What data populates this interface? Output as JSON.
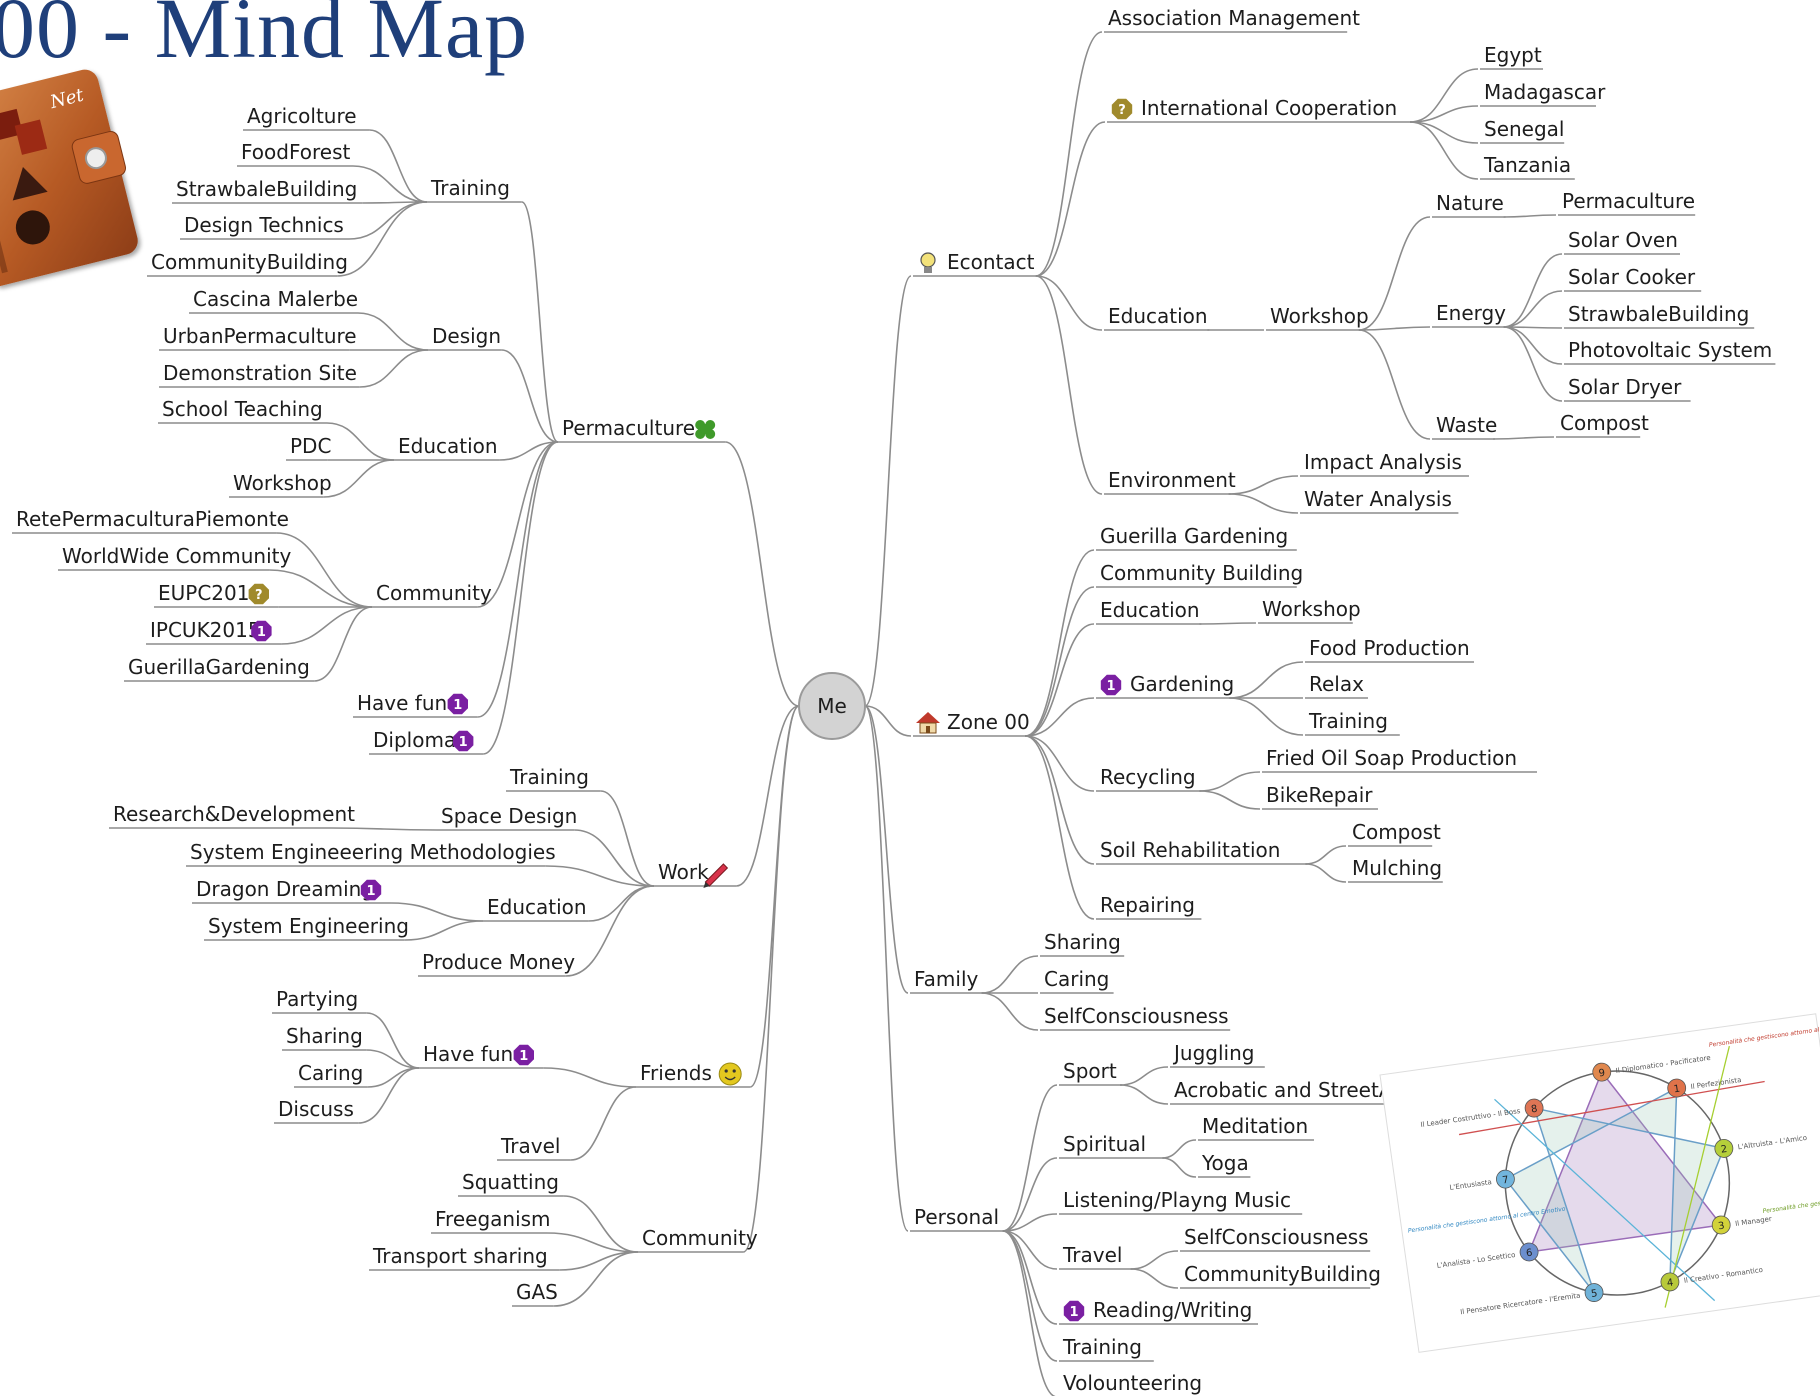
{
  "title": "00 - Mind Map",
  "notebook_logo": "Net",
  "colors": {
    "title": "#1f3f7a",
    "line": "#8c8c8c",
    "root_fill": "#d3d3d3",
    "badge_purple": "#7a1fa2",
    "badge_olive": "#a08a2c",
    "clover_green": "#3f9a2a",
    "smiley_yellow": "#e3c81f"
  },
  "root": {
    "label": "Me"
  },
  "nodes": [
    {
      "id": "perm",
      "label": "Permaculture",
      "icon": "clover-icon",
      "side": "left",
      "children": [
        {
          "id": "ptrain",
          "label": "Training",
          "children": [
            {
              "id": "pt1",
              "label": "Agricolture"
            },
            {
              "id": "pt2",
              "label": "FoodForest"
            },
            {
              "id": "pt3",
              "label": "StrawbaleBuilding"
            },
            {
              "id": "pt4",
              "label": "Design Technics"
            },
            {
              "id": "pt5",
              "label": "CommunityBuilding"
            }
          ]
        },
        {
          "id": "pdesign",
          "label": "Design",
          "children": [
            {
              "id": "pd1",
              "label": "Cascina Malerbe"
            },
            {
              "id": "pd2",
              "label": "UrbanPermaculture"
            },
            {
              "id": "pd3",
              "label": "Demonstration Site"
            }
          ]
        },
        {
          "id": "pedu",
          "label": "Education",
          "children": [
            {
              "id": "pe1",
              "label": "School Teaching"
            },
            {
              "id": "pe2",
              "label": "PDC"
            },
            {
              "id": "pe3",
              "label": "Workshop"
            }
          ]
        },
        {
          "id": "pcomm",
          "label": "Community",
          "children": [
            {
              "id": "pc1",
              "label": "RetePermaculturaPiemonte"
            },
            {
              "id": "pc2",
              "label": "WorldWide Community"
            },
            {
              "id": "pc3",
              "label": "EUPC2016",
              "icon": "question-badge-icon"
            },
            {
              "id": "pc4",
              "label": "IPCUK2015",
              "icon": "priority-1-badge-icon"
            },
            {
              "id": "pc5",
              "label": "GuerillaGardening"
            }
          ]
        },
        {
          "id": "pfun",
          "label": "Have fun",
          "icon": "priority-1-badge-icon"
        },
        {
          "id": "pdip",
          "label": "Diploma",
          "icon": "priority-1-badge-icon"
        }
      ]
    },
    {
      "id": "work",
      "label": "Work",
      "icon": "pencil-icon",
      "side": "left",
      "children": [
        {
          "id": "wtrain",
          "label": "Training"
        },
        {
          "id": "wspace",
          "label": "Space Design",
          "children": [
            {
              "id": "ws1",
              "label": "Research&Development"
            }
          ]
        },
        {
          "id": "wsem",
          "label": "System Engineeering Methodologies"
        },
        {
          "id": "wedu",
          "label": "Education",
          "children": [
            {
              "id": "we1",
              "label": "Dragon Dreaming",
              "icon": "priority-1-badge-icon"
            },
            {
              "id": "we2",
              "label": "System Engineering"
            }
          ]
        },
        {
          "id": "wmoney",
          "label": "Produce Money"
        }
      ]
    },
    {
      "id": "friends",
      "label": "Friends",
      "icon": "smiley-icon",
      "side": "left",
      "children": [
        {
          "id": "ffun",
          "label": "Have fun",
          "icon": "priority-1-badge-icon",
          "children": [
            {
              "id": "ff1",
              "label": "Partying"
            },
            {
              "id": "ff2",
              "label": "Sharing"
            },
            {
              "id": "ff3",
              "label": "Caring"
            },
            {
              "id": "ff4",
              "label": "Discuss"
            }
          ]
        },
        {
          "id": "ftravel",
          "label": "Travel"
        }
      ]
    },
    {
      "id": "lcomm",
      "label": "Community",
      "side": "left",
      "children": [
        {
          "id": "lc1",
          "label": "Squatting"
        },
        {
          "id": "lc2",
          "label": "Freeganism"
        },
        {
          "id": "lc3",
          "label": "Transport sharing"
        },
        {
          "id": "lc4",
          "label": "GAS"
        }
      ]
    },
    {
      "id": "econtact",
      "label": "Econtact",
      "icon": "lightbulb-icon",
      "side": "right",
      "children": [
        {
          "id": "eam",
          "label": "Association Management"
        },
        {
          "id": "eic",
          "label": "International Cooperation",
          "icon": "question-badge-icon",
          "children": [
            {
              "id": "eic1",
              "label": "Egypt"
            },
            {
              "id": "eic2",
              "label": "Madagascar"
            },
            {
              "id": "eic3",
              "label": "Senegal"
            },
            {
              "id": "eic4",
              "label": "Tanzania"
            }
          ]
        },
        {
          "id": "eedu",
          "label": "Education",
          "children": [
            {
              "id": "ews",
              "label": "Workshop",
              "children": [
                {
                  "id": "enat",
                  "label": "Nature",
                  "children": [
                    {
                      "id": "enat1",
                      "label": "Permaculture"
                    }
                  ]
                },
                {
                  "id": "eene",
                  "label": "Energy",
                  "children": [
                    {
                      "id": "een1",
                      "label": "Solar Oven"
                    },
                    {
                      "id": "een2",
                      "label": "Solar Cooker"
                    },
                    {
                      "id": "een3",
                      "label": "StrawbaleBuilding"
                    },
                    {
                      "id": "een4",
                      "label": "Photovoltaic System"
                    },
                    {
                      "id": "een5",
                      "label": "Solar Dryer"
                    }
                  ]
                },
                {
                  "id": "ewas",
                  "label": "Waste",
                  "children": [
                    {
                      "id": "ewas1",
                      "label": "Compost"
                    }
                  ]
                }
              ]
            }
          ]
        },
        {
          "id": "eenv",
          "label": "Environment",
          "children": [
            {
              "id": "eenv1",
              "label": "Impact Analysis"
            },
            {
              "id": "eenv2",
              "label": "Water Analysis"
            }
          ]
        }
      ]
    },
    {
      "id": "zone",
      "label": "Zone 00",
      "icon": "house-icon",
      "side": "right",
      "children": [
        {
          "id": "zgg",
          "label": "Guerilla Gardening"
        },
        {
          "id": "zcb",
          "label": "Community Building"
        },
        {
          "id": "zedu",
          "label": "Education",
          "children": [
            {
              "id": "zedu1",
              "label": "Workshop"
            }
          ]
        },
        {
          "id": "zgard",
          "label": "Gardening",
          "icon": "priority-1-badge-icon",
          "children": [
            {
              "id": "zg1",
              "label": "Food Production"
            },
            {
              "id": "zg2",
              "label": "Relax"
            },
            {
              "id": "zg3",
              "label": "Training"
            }
          ]
        },
        {
          "id": "zrec",
          "label": "Recycling",
          "children": [
            {
              "id": "zr1",
              "label": "Fried Oil Soap Production"
            },
            {
              "id": "zr2",
              "label": "BikeRepair"
            }
          ]
        },
        {
          "id": "zsoil",
          "label": "Soil Rehabilitation",
          "children": [
            {
              "id": "zs1",
              "label": "Compost"
            },
            {
              "id": "zs2",
              "label": "Mulching"
            }
          ]
        },
        {
          "id": "zrep",
          "label": "Repairing"
        }
      ]
    },
    {
      "id": "family",
      "label": "Family",
      "side": "right",
      "children": [
        {
          "id": "fa1",
          "label": "Sharing"
        },
        {
          "id": "fa2",
          "label": "Caring"
        },
        {
          "id": "fa3",
          "label": "SelfConsciousness"
        }
      ]
    },
    {
      "id": "personal",
      "label": "Personal",
      "side": "right",
      "children": [
        {
          "id": "psport",
          "label": "Sport",
          "children": [
            {
              "id": "ps1",
              "label": "Juggling"
            },
            {
              "id": "ps2",
              "label": "Acrobatic and StreetArt"
            }
          ]
        },
        {
          "id": "pspir",
          "label": "Spiritual",
          "children": [
            {
              "id": "pp1",
              "label": "Meditation"
            },
            {
              "id": "pp2",
              "label": "Yoga"
            }
          ]
        },
        {
          "id": "plist",
          "label": "Listening/Playng Music"
        },
        {
          "id": "ptrav",
          "label": "Travel",
          "children": [
            {
              "id": "pv1",
              "label": "SelfConsciousness"
            },
            {
              "id": "pv2",
              "label": "CommunityBuilding"
            }
          ]
        },
        {
          "id": "pread",
          "label": "Reading/Writing",
          "icon": "priority-1-badge-icon"
        },
        {
          "id": "ptrn",
          "label": "Training"
        },
        {
          "id": "pvol",
          "label": "Volounteering"
        }
      ]
    }
  ],
  "enneagram": {
    "types": [
      {
        "n": "1",
        "label": "Il Perfezionista",
        "color": "#e0734a"
      },
      {
        "n": "2",
        "label": "L'Altruista - L'Amico",
        "color": "#b5cf3a"
      },
      {
        "n": "3",
        "label": "Il Manager",
        "color": "#d2d23a"
      },
      {
        "n": "4",
        "label": "Il Creativo - Romantico",
        "color": "#b8c93a"
      },
      {
        "n": "5",
        "label": "Il Pensatore Ricercatore - l'Eremita",
        "color": "#6fb2d8"
      },
      {
        "n": "6",
        "label": "L'Analista - Lo Scettico",
        "color": "#6c8fce"
      },
      {
        "n": "7",
        "label": "L'Entusiasta",
        "color": "#72b5dd"
      },
      {
        "n": "8",
        "label": "Il Leader Costruttivo - Il Boss",
        "color": "#df7555"
      },
      {
        "n": "9",
        "label": "Il Diplomatico - Pacificatore",
        "color": "#e0884e"
      }
    ],
    "notes": [
      "Personalità che gestiscono attorno al centro Viscerale",
      "Personalità che gestiscono attorno al centro Emotivo",
      "Personalità che gestiscono attorno al centro Mentale"
    ]
  }
}
